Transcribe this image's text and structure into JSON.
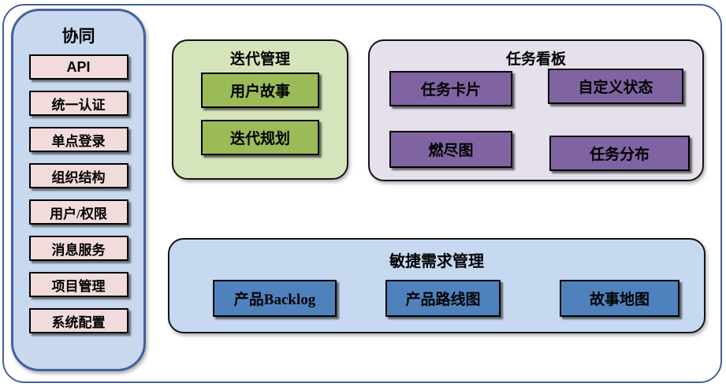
{
  "colors": {
    "frame_border": "#44619d",
    "sidebar_fill": "#c8d8ef",
    "sidebar_item_fill": "#f2dcdb",
    "iteration_fill": "#d6e4bc",
    "iteration_item_fill": "#9bbb59",
    "kanban_fill": "#e5e0ec",
    "kanban_item_fill": "#8064a2",
    "agile_fill": "#c6d9f1",
    "agile_item_fill": "#4f81bd",
    "item_border": "#000000"
  },
  "sidebar": {
    "title": "协同",
    "items": [
      "API",
      "统一认证",
      "单点登录",
      "组织结构",
      "用户/权限",
      "消息服务",
      "项目管理",
      "系统配置"
    ]
  },
  "groups": {
    "iteration": {
      "title": "迭代管理",
      "items": [
        "用户故事",
        "迭代规划"
      ]
    },
    "kanban": {
      "title": "任务看板",
      "items": [
        "任务卡片",
        "自定义状态",
        "燃尽图",
        "任务分布"
      ]
    },
    "agile": {
      "title": "敏捷需求管理",
      "items": [
        "产品Backlog",
        "产品路线图",
        "故事地图"
      ]
    }
  }
}
